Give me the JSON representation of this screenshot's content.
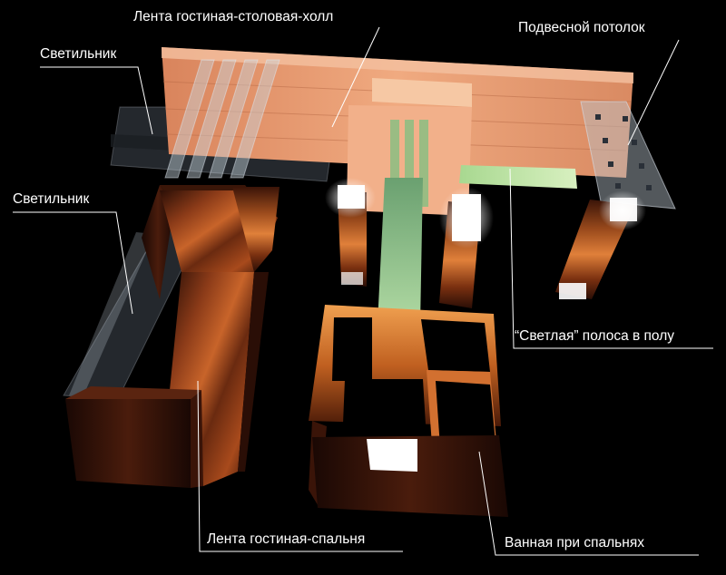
{
  "labels": {
    "tape_living_dining_hall": "Лента гостиная-столовая-холл",
    "lamp_top": "Светильник",
    "suspended_ceiling": "Подвесной потолок",
    "lamp_left": "Светильник",
    "light_strip_floor": "“Светлая” полоса в полу",
    "tape_living_bedroom": "Лента гостиная-спальня",
    "bathroom_bedrooms": "Ванная при спальнях"
  },
  "colors": {
    "background": "#000000",
    "label_text": "#ffffff",
    "leader_line": "#ffffff",
    "wood_dark": "#3a160a",
    "wood_mid": "#8a3a18",
    "wood_light": "#d4702c",
    "peach_panel": "#e89a72",
    "green_glow": "#b8e6a8",
    "glass": "#b8c4cc"
  }
}
